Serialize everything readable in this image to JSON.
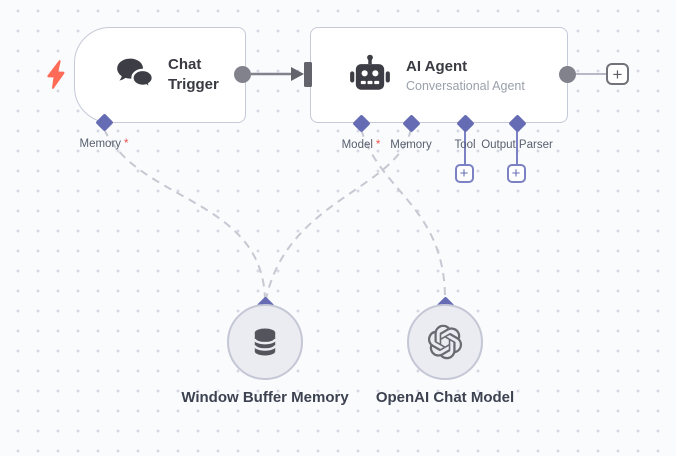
{
  "ui": {
    "plus": "+",
    "required_marker": "*"
  },
  "colors": {
    "canvas_bg": "#fafbfd",
    "grid_dot": "#d5d8e2",
    "node_border": "#c6c9d7",
    "accent_purple": "#666cb4",
    "port_line_purple": "#7b81c2",
    "connector_gray": "#82828c",
    "dashed_gray": "#c6c8d2",
    "required_red": "#f0524f",
    "bolt_red": "#ff6b57"
  },
  "nodes": {
    "chat_trigger": {
      "title": "Chat Trigger",
      "icon": "chat-bubbles-icon",
      "trigger_icon": "lightning-bolt-icon",
      "ports": [
        {
          "label": "Memory",
          "required": true
        }
      ]
    },
    "ai_agent": {
      "title": "AI Agent",
      "subtitle": "Conversational Agent",
      "icon": "robot-icon",
      "ports": [
        {
          "label": "Model",
          "required": true
        },
        {
          "label": "Memory",
          "required": false
        },
        {
          "label": "Tool",
          "required": false
        },
        {
          "label": "Output Parser",
          "required": false
        }
      ]
    },
    "window_buffer_memory": {
      "label": "Window Buffer Memory",
      "icon": "database-icon"
    },
    "openai_chat_model": {
      "label": "OpenAI Chat Model",
      "icon": "openai-logo-icon"
    }
  },
  "connections": [
    {
      "from": "chat_trigger",
      "to": "ai_agent",
      "style": "solid"
    },
    {
      "from": "window_buffer_memory",
      "to": "chat_trigger.memory",
      "style": "dashed"
    },
    {
      "from": "window_buffer_memory",
      "to": "ai_agent.memory",
      "style": "dashed"
    },
    {
      "from": "openai_chat_model",
      "to": "ai_agent.model",
      "style": "dashed"
    }
  ]
}
